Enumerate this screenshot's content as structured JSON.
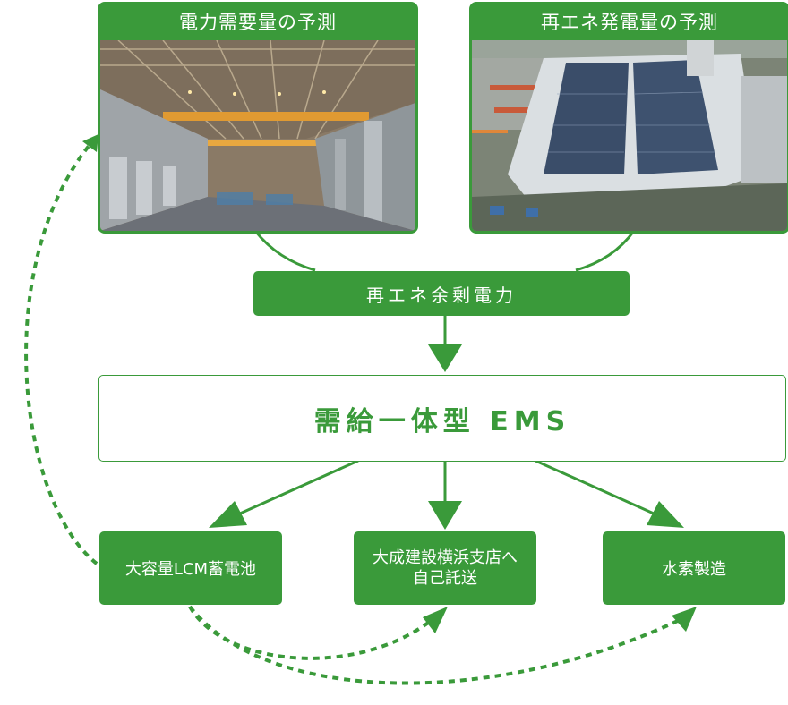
{
  "top_left_card": {
    "title": "電力需要量の予測",
    "photo": "factory-interior-photo"
  },
  "top_right_card": {
    "title": "再エネ発電量の予測",
    "photo": "solar-roof-photo"
  },
  "surplus_box": {
    "label": "再エネ余剰電力"
  },
  "ems_box": {
    "label": "需給一体型 EMS"
  },
  "outputs": [
    {
      "label": "大容量LCM蓄電池"
    },
    {
      "label_line1": "大成建設横浜支店へ",
      "label_line2": "自己託送"
    },
    {
      "label": "水素製造"
    }
  ],
  "colors": {
    "green": "#3a9a3a",
    "white": "#ffffff"
  }
}
